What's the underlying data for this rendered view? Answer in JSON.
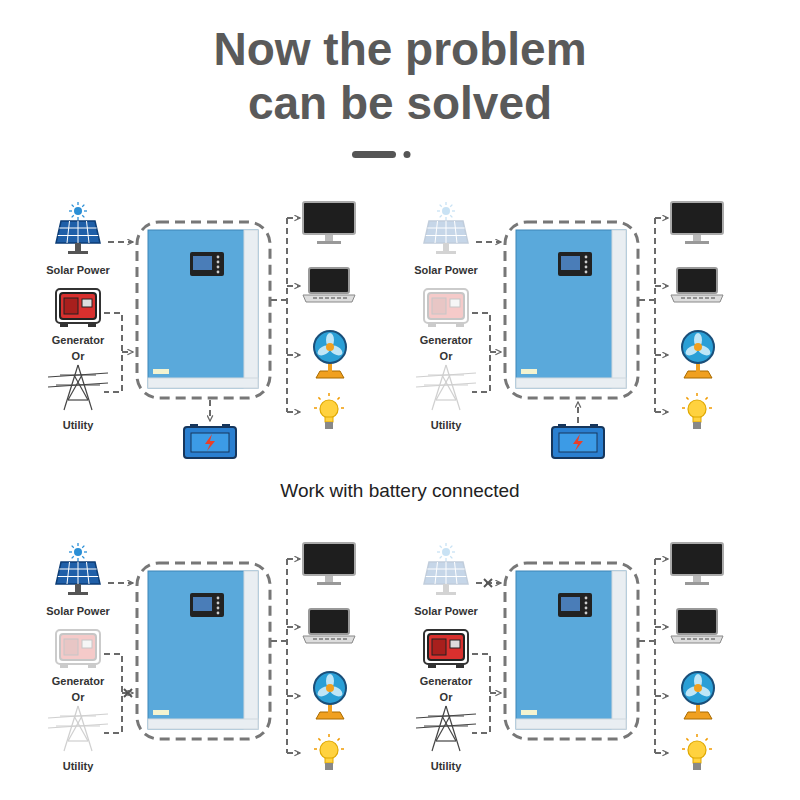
{
  "diagram": {
    "title": "Now the problem can be solved",
    "labels": [
      "Solar Power",
      "Generator",
      "Or",
      "Utility",
      "Solar Power",
      "Generator",
      "Or",
      "Utility",
      "Work with battery connected",
      "Solar Power",
      "Generator",
      "Or",
      "Utility",
      "Solar Power",
      "Generator",
      "Or",
      "Utility"
    ]
  }
}
